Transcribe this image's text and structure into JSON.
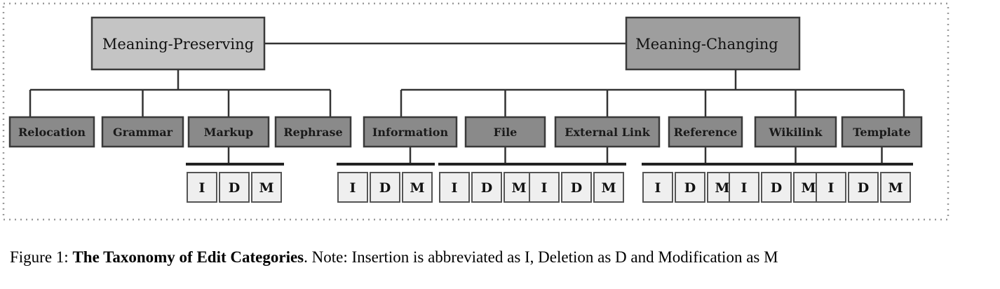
{
  "taxonomy": {
    "preserving": {
      "label": "Meaning-Preserving",
      "children": [
        "Relocation",
        "Grammar",
        "Markup",
        "Rephrase"
      ]
    },
    "changing": {
      "label": "Meaning-Changing",
      "children": [
        "Information",
        "File",
        "External Link",
        "Reference",
        "Wikilink",
        "Template"
      ]
    },
    "sub_labels": [
      "I",
      "D",
      "M"
    ]
  },
  "caption": {
    "prefix": "Figure 1: ",
    "bold": "The Taxonomy of Edit Categories",
    "rest": ". Note: Insertion is abbreviated as I, Deletion as D and Modification as M"
  }
}
